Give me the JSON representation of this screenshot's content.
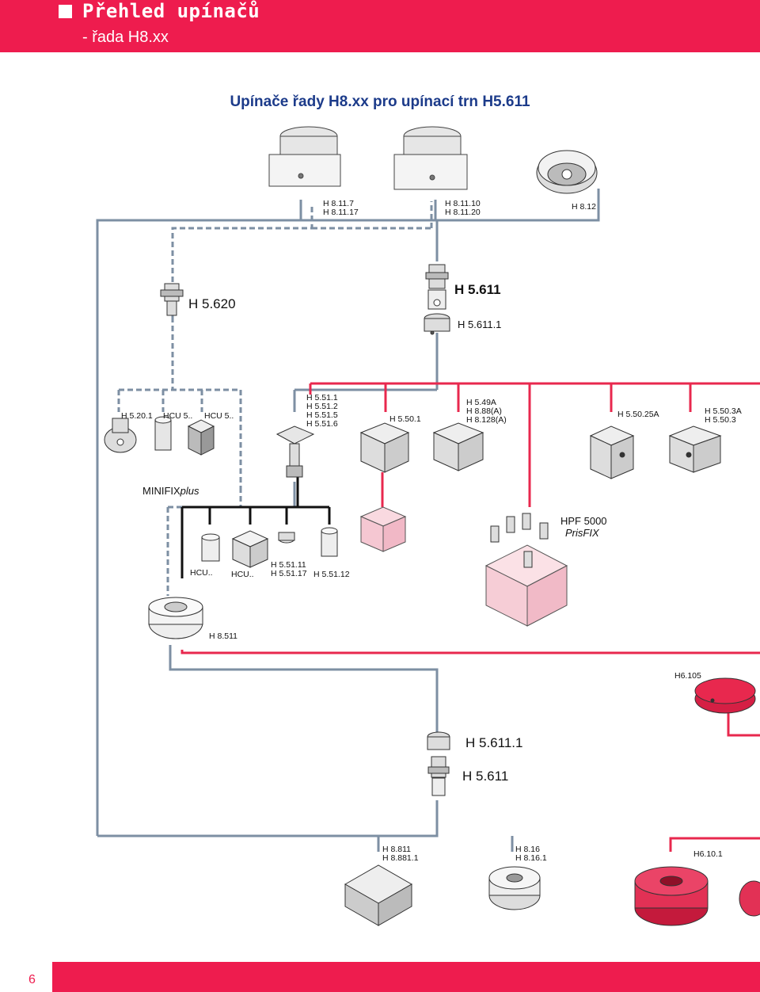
{
  "header": {
    "title": "Přehled upínačů",
    "subtitle": "- řada H8.xx"
  },
  "diagram_title": "Upínače řady H8.xx pro upínací trn H5.611",
  "labels": {
    "h8_11_7": "H 8.11.7\nH 8.11.17",
    "h8_11_10": "H 8.11.10\nH 8.11.20",
    "h8_12": "H 8.12",
    "h5_620": "H 5.620",
    "h5_611_top": "H 5.611",
    "h5_611_1_top": "H 5.611.1",
    "h5_20_1": "H 5.20.1",
    "hcu5_a": "HCU 5..",
    "hcu5_b": "HCU 5..",
    "h5_51": "H 5.51.1\nH 5.51.2\nH 5.51.5\nH 5.51.6",
    "h5_50_1": "H 5.50.1",
    "h5_49a": "H 5.49A\nH 8.88(A)\nH 8.128(A)",
    "h5_50_25a": "H 5.50.25A",
    "h5_50_3a": "H 5.50.3A\nH 5.50.3",
    "minifix_a": "MINIFIX",
    "minifix_b": "plus",
    "hpf_a": "HPF 5000",
    "hpf_b": "PrisFIX",
    "hcu_a": "HCU..",
    "hcu_b": "HCU..",
    "h5_51_11": "H 5.51.11\nH 5.51.17",
    "h5_51_12": "H 5.51.12",
    "h8_511": "H 8.511",
    "h6_105": "H6.105",
    "h5_611_1_bot": "H 5.611.1",
    "h5_611_bot": "H 5.611",
    "h8_811": "H 8.811\nH 8.881.1",
    "h8_16": "H 8.16\nH 8.16.1",
    "h6_10_1": "H6.10.1"
  },
  "footer": {
    "page_number": "6"
  },
  "colors": {
    "accent": "#ee1c4e",
    "title_blue": "#1c3b8a",
    "line_blue": "#7d8fa3",
    "line_red": "#e8284e",
    "line_black": "#111111"
  }
}
